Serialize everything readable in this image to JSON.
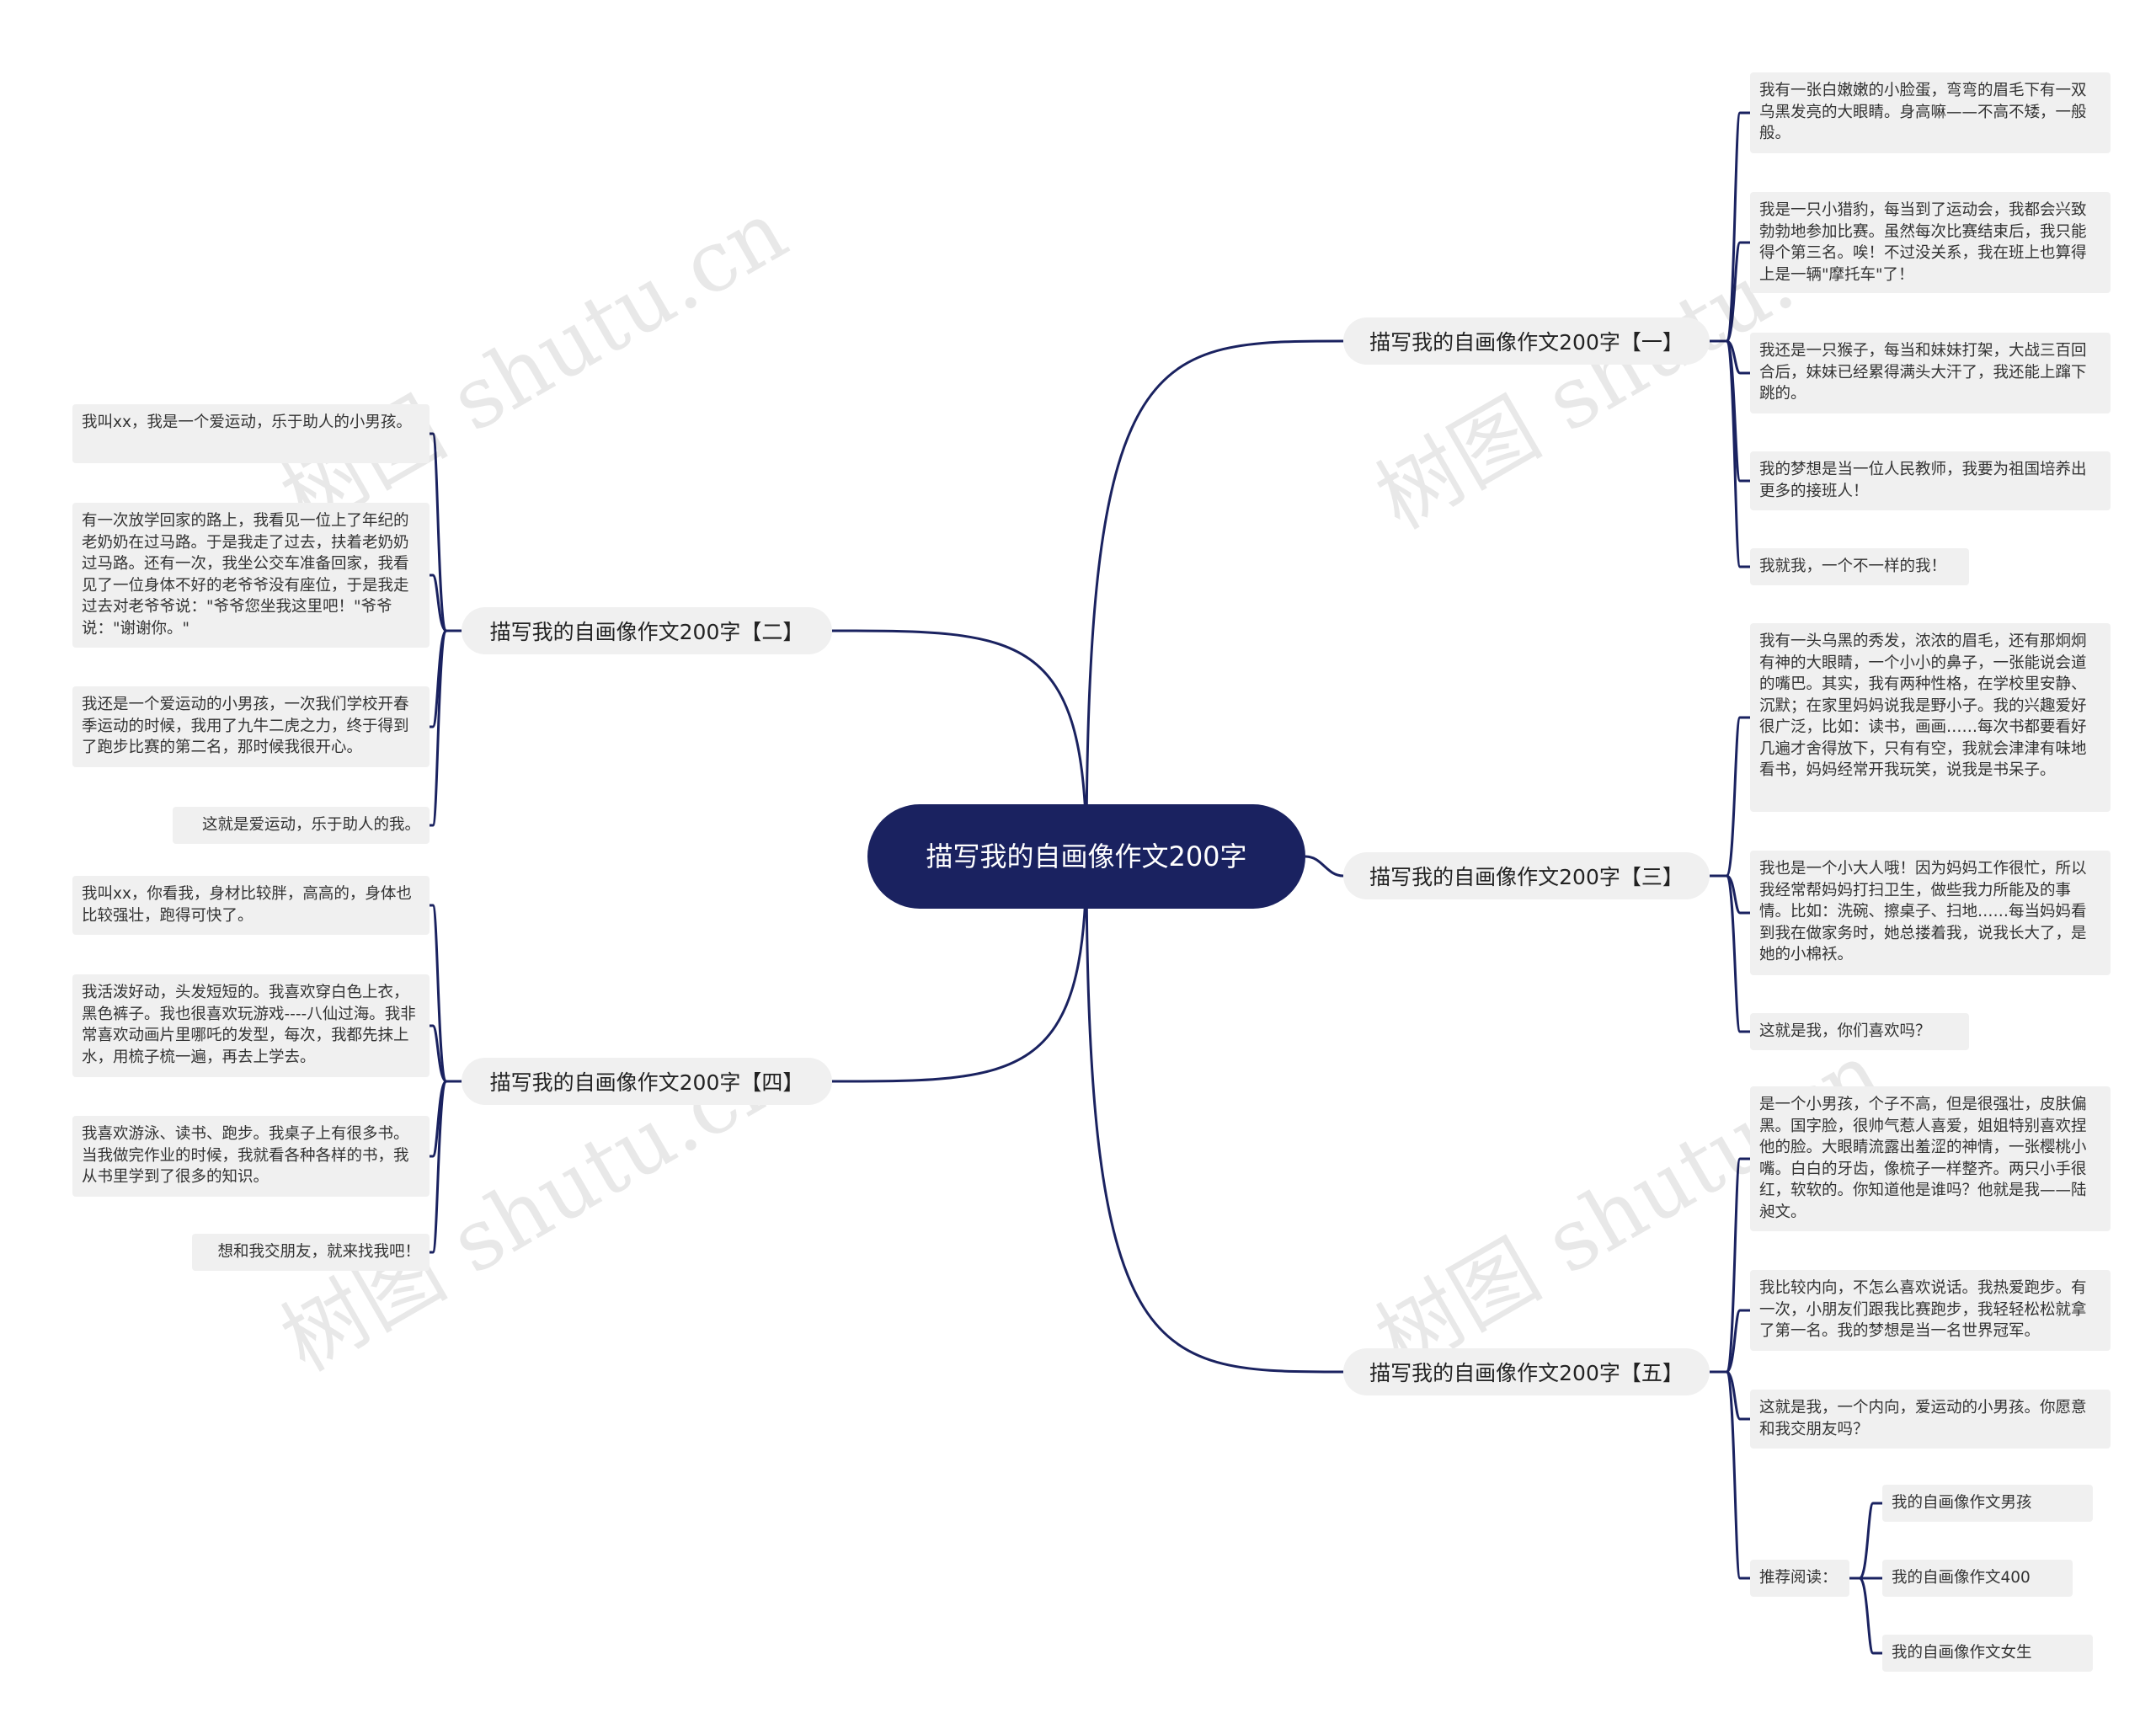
{
  "root": {
    "label": "描写我的自画像作文200字"
  },
  "branches": [
    {
      "label": "描写我的自画像作文200字【一】",
      "leaves": [
        "我有一张白嫩嫩的小脸蛋，弯弯的眉毛下有一双乌黑发亮的大眼睛。身高嘛——不高不矮，一般般。",
        "我是一只小猎豹，每当到了运动会，我都会兴致勃勃地参加比赛。虽然每次比赛结束后，我只能得个第三名。唉！不过没关系，我在班上也算得上是一辆\"摩托车\"了！",
        "我还是一只猴子，每当和妹妹打架，大战三百回合后，妹妹已经累得满头大汗了，我还能上蹿下跳的。",
        "我的梦想是当一位人民教师，我要为祖国培养出更多的接班人！",
        "我就我，一个不一样的我！"
      ]
    },
    {
      "label": "描写我的自画像作文200字【二】",
      "leaves": [
        "我叫xx，我是一个爱运动，乐于助人的小男孩。",
        "有一次放学回家的路上，我看见一位上了年纪的老奶奶在过马路。于是我走了过去，扶着老奶奶过马路。还有一次，我坐公交车准备回家，我看见了一位身体不好的老爷爷没有座位，于是我走过去对老爷爷说：\"爷爷您坐我这里吧！\"爷爷说：\"谢谢你。\"",
        "我还是一个爱运动的小男孩，一次我们学校开春季运动的时候，我用了九牛二虎之力，终于得到了跑步比赛的第二名，那时候我很开心。",
        "这就是爱运动，乐于助人的我。"
      ]
    },
    {
      "label": "描写我的自画像作文200字【三】",
      "leaves": [
        "我有一头乌黑的秀发，浓浓的眉毛，还有那炯炯有神的大眼睛，一个小小的鼻子，一张能说会道的嘴巴。其实，我有两种性格，在学校里安静、沉默；在家里妈妈说我是野小子。我的兴趣爱好很广泛，比如：读书，画画……每次书都要看好几遍才舍得放下，只有有空，我就会津津有味地看书，妈妈经常开我玩笑，说我是书呆子。",
        "我也是一个小大人哦！因为妈妈工作很忙，所以我经常帮妈妈打扫卫生，做些我力所能及的事情。比如：洗碗、擦桌子、扫地……每当妈妈看到我在做家务时，她总搂着我，说我长大了，是她的小棉袄。",
        "这就是我，你们喜欢吗？"
      ]
    },
    {
      "label": "描写我的自画像作文200字【四】",
      "leaves": [
        "我叫xx，你看我，身材比较胖，高高的，身体也比较强壮，跑得可快了。",
        "我活泼好动，头发短短的。我喜欢穿白色上衣，黑色裤子。我也很喜欢玩游戏----八仙过海。我非常喜欢动画片里哪吒的发型，每次，我都先抹上水，用梳子梳一遍，再去上学去。",
        "我喜欢游泳、读书、跑步。我桌子上有很多书。当我做完作业的时候，我就看各种各样的书，我从书里学到了很多的知识。",
        "想和我交朋友，就来找我吧！"
      ]
    },
    {
      "label": "描写我的自画像作文200字【五】",
      "leaves": [
        "是一个小男孩，个子不高，但是很强壮，皮肤偏黑。国字脸，很帅气惹人喜爱，姐姐特别喜欢捏他的脸。大眼睛流露出羞涩的神情，一张樱桃小嘴。白白的牙齿，像梳子一样整齐。两只小手很红，软软的。你知道他是谁吗？他就是我——陆昶文。",
        "我比较内向，不怎么喜欢说话。我热爱跑步。有一次，小朋友们跟我比赛跑步，我轻轻松松就拿了第一名。我的梦想是当一名世界冠军。",
        "这就是我，一个内向，爱运动的小男孩。你愿意和我交朋友吗？"
      ],
      "recommend": {
        "label": "推荐阅读：",
        "items": [
          "我的自画像作文男孩",
          "我的自画像作文400",
          "我的自画像作文女生"
        ]
      }
    }
  ],
  "watermark": "树图 shutu.cn",
  "colors": {
    "root_bg": "#1a2260",
    "line": "#1a2260",
    "node_bg": "#f0f0f0"
  }
}
